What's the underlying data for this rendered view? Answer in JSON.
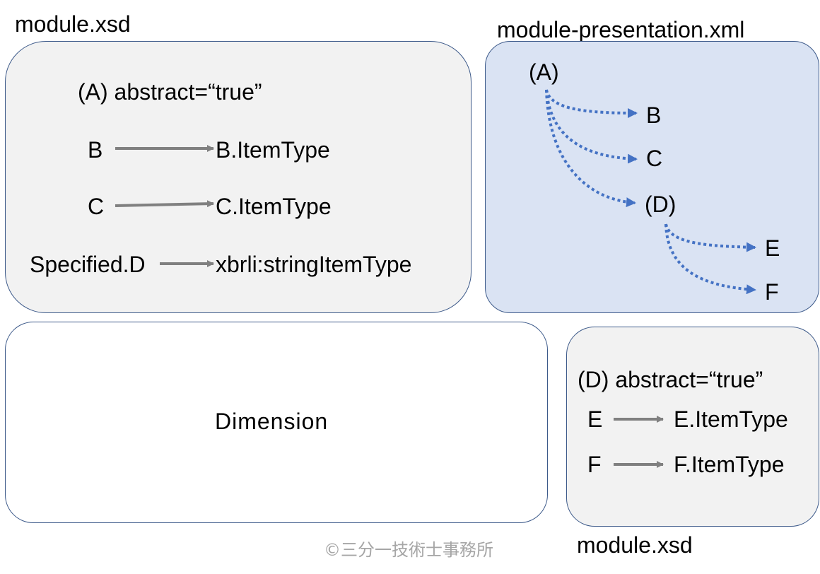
{
  "top_left": {
    "file_label": "module.xsd",
    "abstract_line": "(A) abstract=“true”",
    "rows": [
      {
        "from": "B",
        "to": "B.ItemType"
      },
      {
        "from": "C",
        "to": "C.ItemType"
      },
      {
        "from": "Specified.D",
        "to": "xbrli:stringItemType"
      }
    ]
  },
  "top_right": {
    "file_label": "module-presentation.xml",
    "root": "(A)",
    "children": [
      "B",
      "C",
      "(D)"
    ],
    "d_children": [
      "E",
      "F"
    ]
  },
  "bottom_left": {
    "label": "Dimension"
  },
  "bottom_right": {
    "abstract_line": "(D) abstract=“true”",
    "rows": [
      {
        "from": "E",
        "to": "E.ItemType"
      },
      {
        "from": "F",
        "to": "F.ItemType"
      }
    ],
    "file_label": "module.xsd"
  },
  "copyright": "©三分一技術士事務所",
  "colors": {
    "box_border": "#3d5a8a",
    "grey_fill": "#f2f2f2",
    "blue_fill": "#dae3f3",
    "solid_arrow": "#808080",
    "dotted_arrow": "#4472c4",
    "copyright_text": "#a6a6a6"
  }
}
